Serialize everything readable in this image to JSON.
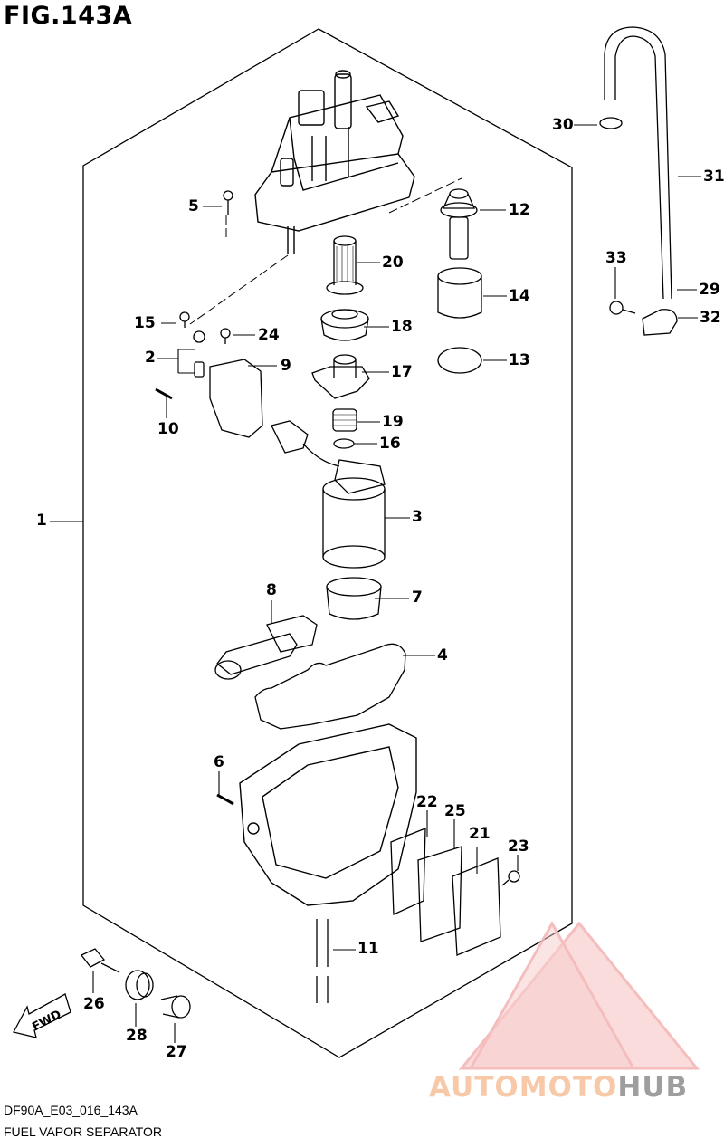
{
  "figure": {
    "title": "FIG.143A"
  },
  "footer": {
    "code": "DF90A_E03_016_143A",
    "caption": "FUEL VAPOR SEPARATOR"
  },
  "watermark": {
    "part1": "AUTOMOTO",
    "part2": "HUB"
  },
  "fwd_label": "FWD",
  "callouts": {
    "c1": "1",
    "c2": "2",
    "c3": "3",
    "c4": "4",
    "c5": "5",
    "c6": "6",
    "c7": "7",
    "c8": "8",
    "c9": "9",
    "c10": "10",
    "c11": "11",
    "c12": "12",
    "c13": "13",
    "c14": "14",
    "c15": "15",
    "c16": "16",
    "c17": "17",
    "c18": "18",
    "c19": "19",
    "c20": "20",
    "c21": "21",
    "c22": "22",
    "c23": "23",
    "c24": "24",
    "c25": "25",
    "c26": "26",
    "c27": "27",
    "c28": "28",
    "c29": "29",
    "c30": "30",
    "c31": "31",
    "c32": "32",
    "c33": "33"
  }
}
